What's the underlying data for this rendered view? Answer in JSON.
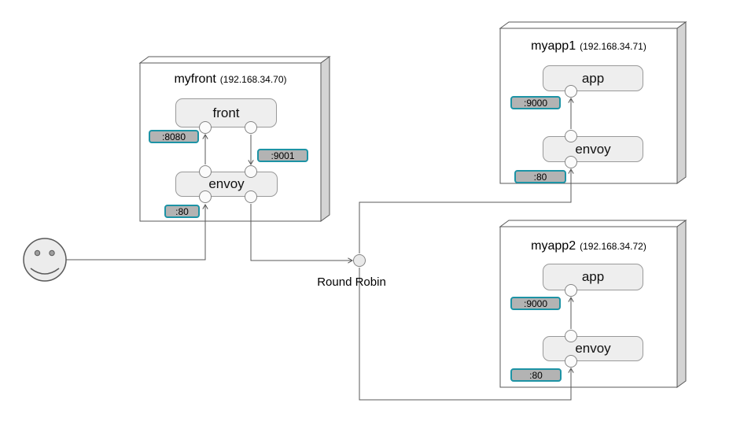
{
  "diagram_type": "network-architecture-diagram",
  "colors": {
    "accent_teal_badge_border": "#1d93a5",
    "badge_fill": "#b3b3b3",
    "box_side_shade": "#d4d4d4",
    "component_fill": "#eeeeee",
    "line_color": "#595959"
  },
  "actor": {
    "icon": "smiley-face-user"
  },
  "load_balancer": {
    "label": "Round Robin"
  },
  "machines": [
    {
      "name": "myfront",
      "ip": "(192.168.34.70)",
      "components": [
        "front",
        "envoy"
      ],
      "ports": [
        ":8080",
        ":9001",
        ":80"
      ]
    },
    {
      "name": "myapp1",
      "ip": "(192.168.34.71)",
      "components": [
        "app",
        "envoy"
      ],
      "ports": [
        ":9000",
        ":80"
      ]
    },
    {
      "name": "myapp2",
      "ip": "(192.168.34.72)",
      "components": [
        "app",
        "envoy"
      ],
      "ports": [
        ":9000",
        ":80"
      ]
    }
  ]
}
